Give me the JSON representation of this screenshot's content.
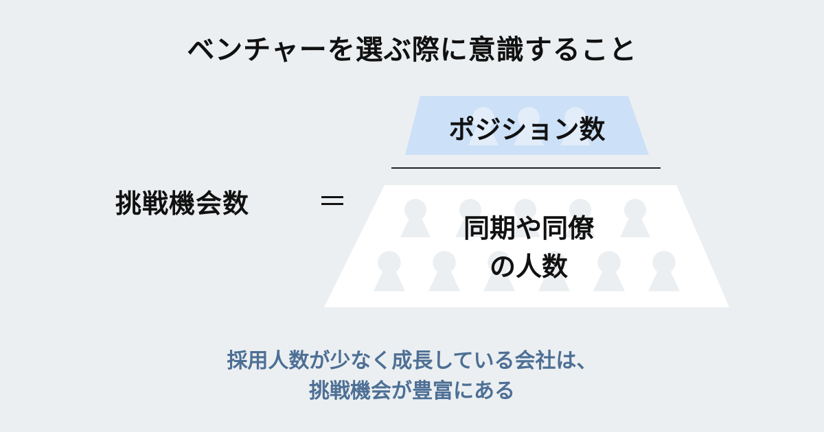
{
  "title": "ベンチャーを選ぶ際に意識すること",
  "formula": {
    "lhs": "挑戦機会数",
    "equals": "＝",
    "numerator": "ポジション数",
    "denominator_line1": "同期や同僚",
    "denominator_line2": "の人数"
  },
  "caption": {
    "line1": "採用人数が少なく成長している会社は、",
    "line2": "挑戦機会が豊富にある"
  },
  "colors": {
    "background": "#eceff1",
    "numerator_fill": "#cce0f7",
    "denominator_fill": "#ffffff",
    "caption": "#4d6f95"
  }
}
